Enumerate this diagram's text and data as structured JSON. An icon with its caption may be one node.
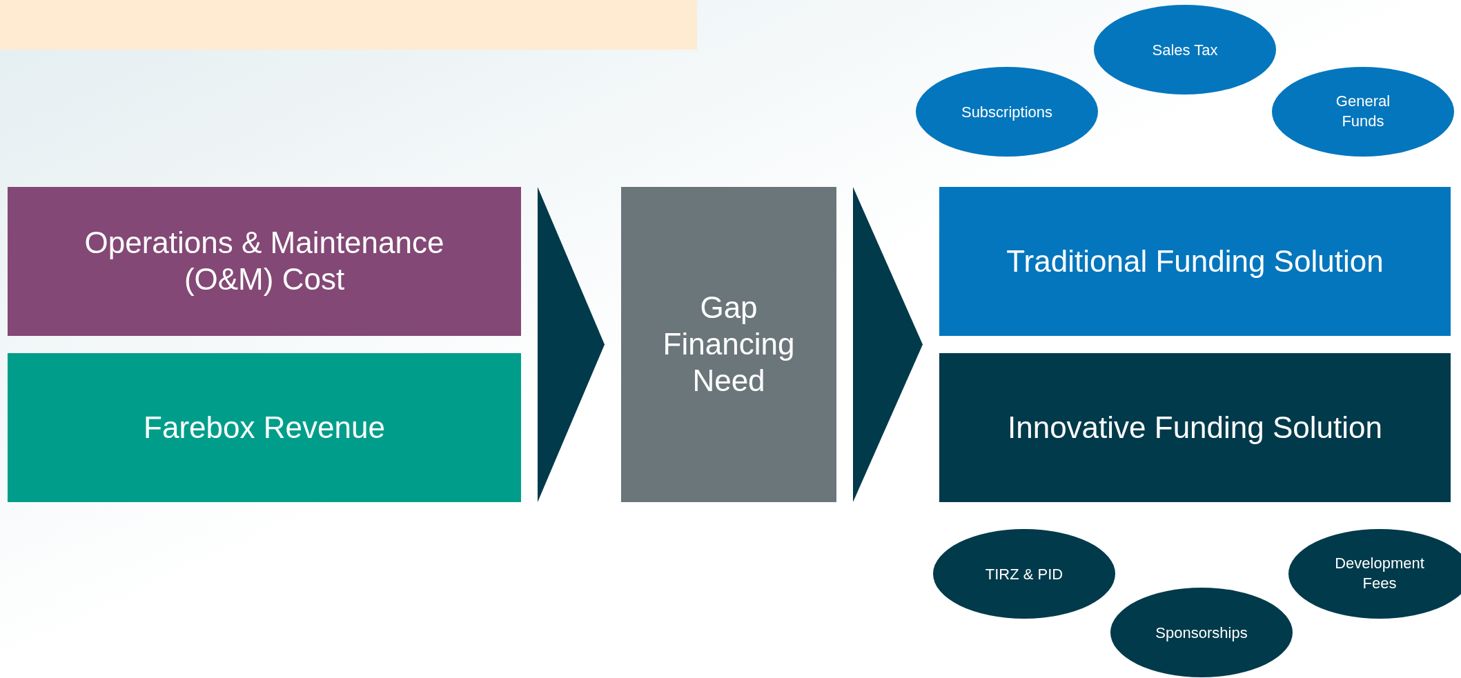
{
  "diagram": {
    "nodes": [
      {
        "text": [],
        "shape": "box"
      },
      {
        "text": [
          "Operations & Maintenance (O&M) Cost"
        ]
      },
      {
        "text": [
          "Farebox Revenue"
        ]
      },
      {
        "text": [
          "Gap Financing Need"
        ]
      },
      {
        "text": [
          "Traditional Funding Solution"
        ]
      },
      {
        "text": [
          "Innovative Funding Solution"
        ]
      },
      {
        "text": [
          "Sales Tax"
        ]
      },
      {
        "text": [
          "Subscriptions"
        ]
      },
      {
        "text": [
          "General Funds"
        ]
      },
      {
        "text": [
          "TIRZ & PID"
        ]
      },
      {
        "text": [
          "Development Fees"
        ]
      },
      {
        "text": [
          "Sponsorships"
        ]
      }
    ],
    "edges": [
      {
        "from": 1,
        "to": 3,
        "arrow": "to"
      },
      {
        "from": 2,
        "to": 3,
        "arrow": "to"
      },
      {
        "from": 3,
        "to": 4,
        "arrow": "to"
      },
      {
        "from": 3,
        "to": 5,
        "arrow": "to"
      }
    ]
  }
}
